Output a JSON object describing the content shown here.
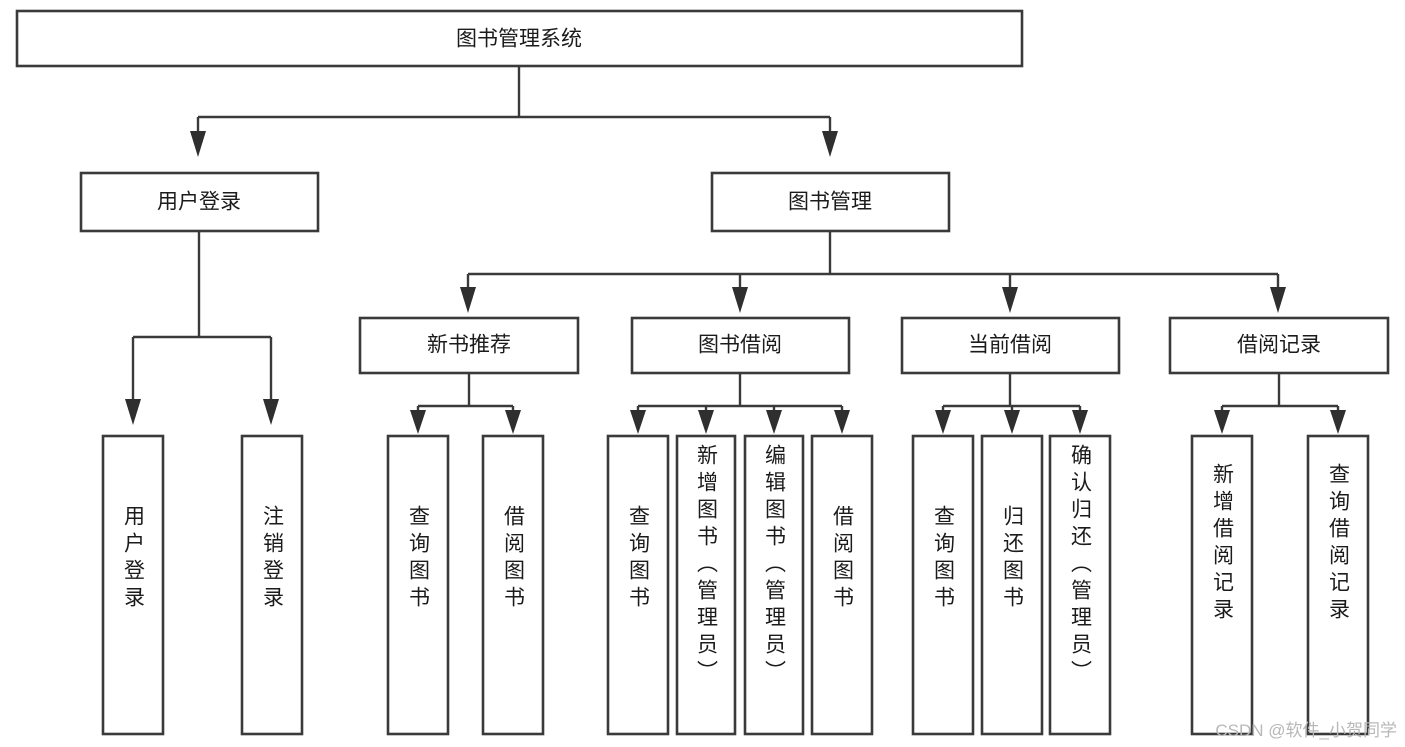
{
  "diagram": {
    "title": "图书管理系统",
    "type": "tree-hierarchy-chart",
    "watermark": "CSDN @软件_小贺同学",
    "colors": {
      "box_stroke": "#3a3a3a",
      "box_fill": "#ffffff",
      "connector": "#3a3a3a",
      "text": "#1b1b1b",
      "watermark": "#b8b8b8",
      "background": "#ffffff"
    },
    "root": {
      "label": "图书管理系统"
    },
    "level2": [
      {
        "label": "用户登录"
      },
      {
        "label": "图书管理"
      }
    ],
    "level3": [
      {
        "label": "新书推荐"
      },
      {
        "label": "图书借阅"
      },
      {
        "label": "当前借阅"
      },
      {
        "label": "借阅记录"
      }
    ],
    "leaves": {
      "user_login": [
        {
          "label": "用户登录"
        },
        {
          "label": "注销登录"
        }
      ],
      "new_book_recommend": [
        {
          "label": "查询图书"
        },
        {
          "label": "借阅图书"
        }
      ],
      "book_borrow": [
        {
          "label": "查询图书"
        },
        {
          "label": "新增图书（管理员）"
        },
        {
          "label": "编辑图书（管理员）"
        },
        {
          "label": "借阅图书"
        }
      ],
      "current_borrow": [
        {
          "label": "查询图书"
        },
        {
          "label": "归还图书"
        },
        {
          "label": "确认归还（管理员）"
        }
      ],
      "borrow_record": [
        {
          "label": "新增借阅记录"
        },
        {
          "label": "查询借阅记录"
        }
      ]
    }
  }
}
